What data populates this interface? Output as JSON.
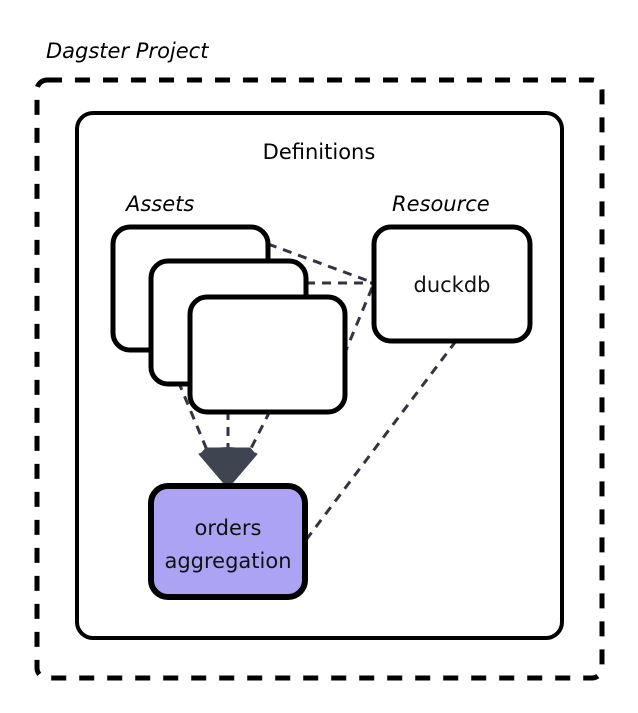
{
  "diagram": {
    "type": "architecture-diagram",
    "title": "Dagster Project",
    "outer_container": {
      "label": "Dagster Project",
      "border_style": "dashed",
      "border_color": "#000000"
    },
    "inner_container": {
      "label": "Definitions",
      "border_style": "solid",
      "border_color": "#000000",
      "fill": "#ffffff"
    },
    "groups": [
      {
        "id": "assets",
        "label": "Assets"
      },
      {
        "id": "resource",
        "label": "Resource"
      }
    ],
    "nodes": [
      {
        "id": "asset-card-1",
        "label": "",
        "fill": "#ffffff",
        "stroke": "#000000"
      },
      {
        "id": "asset-card-2",
        "label": "",
        "fill": "#ffffff",
        "stroke": "#000000"
      },
      {
        "id": "asset-card-3",
        "label": "",
        "fill": "#ffffff",
        "stroke": "#000000"
      },
      {
        "id": "duckdb",
        "label": "duckdb",
        "fill": "#ffffff",
        "stroke": "#000000"
      },
      {
        "id": "orders-aggregation",
        "label_line1": "orders",
        "label_line2": "aggregation",
        "fill": "#ADA3F5",
        "stroke": "#000000"
      }
    ],
    "edges": [
      {
        "from": "asset-card-1",
        "to": "duckdb",
        "style": "dashed",
        "color": "#333344"
      },
      {
        "from": "asset-card-2",
        "to": "duckdb",
        "style": "dashed",
        "color": "#333344"
      },
      {
        "from": "asset-card-3",
        "to": "duckdb",
        "style": "dashed",
        "color": "#333344"
      },
      {
        "from": "asset-card-1",
        "to": "orders-aggregation",
        "style": "dashed",
        "color": "#333344",
        "arrow": true
      },
      {
        "from": "asset-card-2",
        "to": "orders-aggregation",
        "style": "dashed",
        "color": "#333344",
        "arrow": true
      },
      {
        "from": "asset-card-3",
        "to": "orders-aggregation",
        "style": "dashed",
        "color": "#333344",
        "arrow": true
      },
      {
        "from": "duckdb",
        "to": "orders-aggregation",
        "style": "dashed",
        "color": "#333344"
      }
    ],
    "colors": {
      "accent_purple": "#ADA3F5",
      "edge": "#333344",
      "arrowhead": "#3E4450",
      "stroke": "#000000",
      "background": "#ffffff"
    }
  }
}
